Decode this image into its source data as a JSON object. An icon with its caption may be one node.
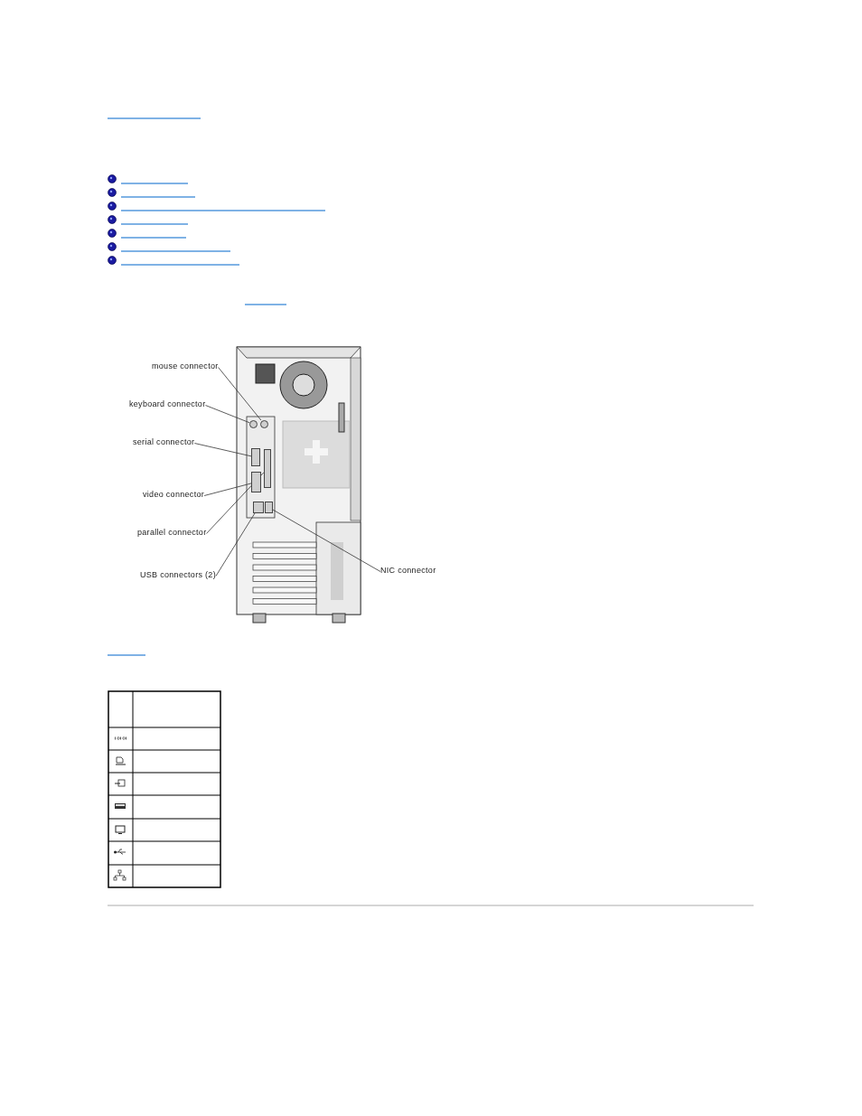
{
  "diagram": {
    "nodes": [
      {
        "text": [
          "mouse connector"
        ]
      },
      {
        "text": [
          "keyboard connector"
        ]
      },
      {
        "text": [
          "serial connector"
        ]
      },
      {
        "text": [
          "video connector"
        ]
      },
      {
        "text": [
          "parallel connector"
        ]
      },
      {
        "text": [
          "USB connectors (2)"
        ]
      },
      {
        "text": [
          "NIC connector"
        ]
      },
      {
        "text": [],
        "shape": "circle"
      },
      {
        "text": [],
        "shape": "circle"
      },
      {
        "text": [],
        "shape": "box"
      },
      {
        "text": [],
        "shape": "box"
      },
      {
        "text": [],
        "shape": "box"
      },
      {
        "text": [],
        "shape": "box"
      },
      {
        "text": [],
        "shape": "box"
      }
    ],
    "edges": [
      {
        "from": 0,
        "to": 8,
        "arrow": "none"
      },
      {
        "from": 1,
        "to": 7,
        "arrow": "none"
      },
      {
        "from": 2,
        "to": 9,
        "arrow": "none"
      },
      {
        "from": 3,
        "to": 10,
        "arrow": "none"
      },
      {
        "from": 4,
        "to": 11,
        "arrow": "none"
      },
      {
        "from": 5,
        "to": 12,
        "arrow": "none"
      },
      {
        "from": 6,
        "to": 13,
        "arrow": "none"
      }
    ]
  }
}
